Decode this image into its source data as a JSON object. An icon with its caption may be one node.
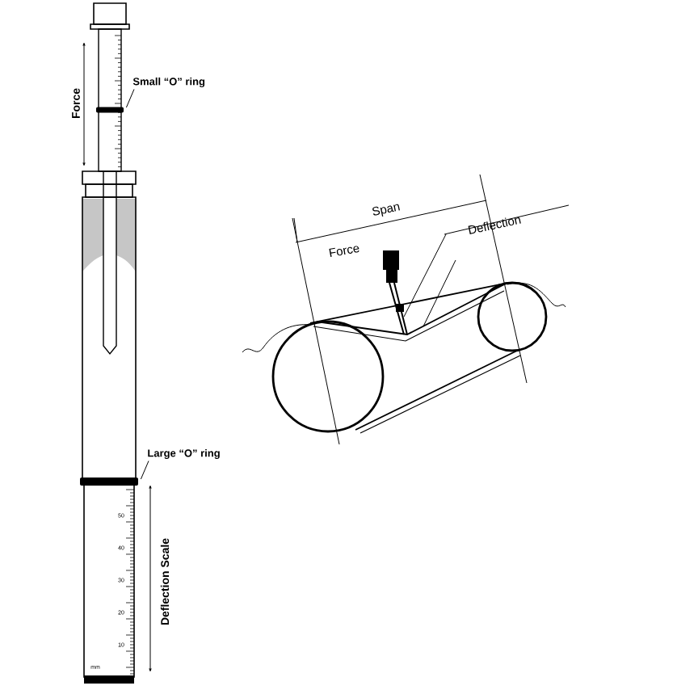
{
  "diagram": {
    "nodes": [
      {
        "text": [
          "Small “O” ring"
        ]
      },
      {
        "text": [],
        "shape": "bar"
      },
      {
        "text": [
          "Large “O” ring"
        ]
      },
      {
        "text": [],
        "shape": "bar"
      }
    ],
    "edges": [
      {
        "from": 0,
        "to": 1,
        "arrow": "none"
      },
      {
        "from": 2,
        "to": 3,
        "arrow": "none"
      }
    ],
    "labels": [
      "Force",
      "50",
      "40",
      "30",
      "20",
      "10",
      "mm",
      "Deflection Scale",
      "Span",
      "Deflection",
      "Force"
    ]
  }
}
